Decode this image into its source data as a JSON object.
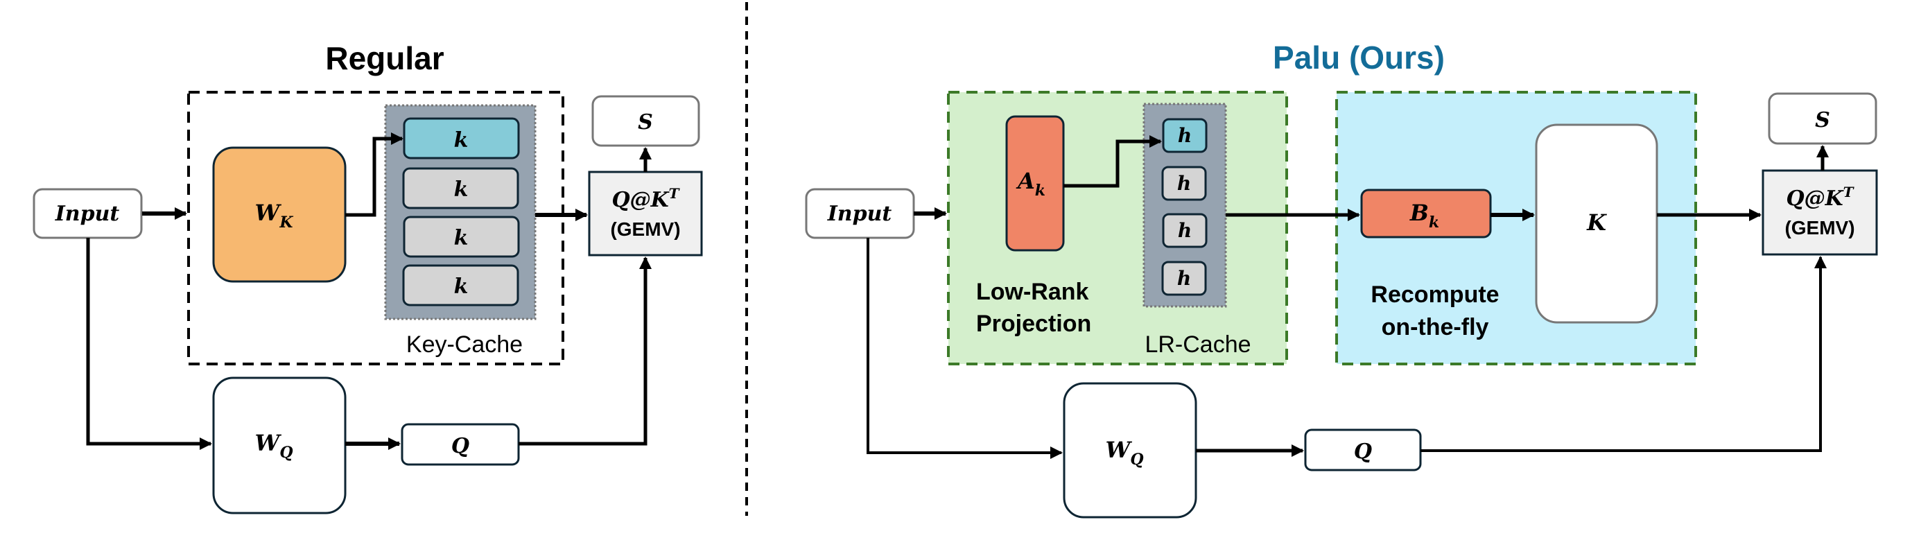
{
  "colors": {
    "palu_title": "#136C98",
    "weight_k_fill": "#F7B870",
    "lowrank_fill": "#F08566",
    "cache_bg": "#96A3B0",
    "cache_new": "#85CBD8",
    "cache_old": "#D4D4D4",
    "green_region": "#D4EFCC",
    "green_border": "#3C7A28",
    "blue_region": "#C5EFFB",
    "qk_fill": "#F0F0F0",
    "box_border": "#0E2533"
  },
  "regular": {
    "title": "Regular",
    "input": "Input",
    "wk": {
      "base": "W",
      "sub": "K"
    },
    "cache_items": [
      "k",
      "k",
      "k",
      "k"
    ],
    "cache_label": "Key-Cache",
    "qk": {
      "base": "Q@K",
      "sup": "T",
      "op": "(GEMV)"
    },
    "s": "S",
    "wq": {
      "base": "W",
      "sub": "Q"
    },
    "q": "Q"
  },
  "palu": {
    "title": "Palu (Ours)",
    "input": "Input",
    "ak": {
      "base": "A",
      "sub": "k"
    },
    "cache_items": [
      "h",
      "h",
      "h",
      "h"
    ],
    "cache_label": "LR-Cache",
    "lowrank_label": [
      "Low-Rank",
      "Projection"
    ],
    "bk": {
      "base": "B",
      "sub": "k"
    },
    "k": "K",
    "recompute_label": [
      "Recompute",
      "on-the-fly"
    ],
    "qk": {
      "base": "Q@K",
      "sup": "T",
      "op": "(GEMV)"
    },
    "s": "S",
    "wq": {
      "base": "W",
      "sub": "Q"
    },
    "q": "Q"
  }
}
